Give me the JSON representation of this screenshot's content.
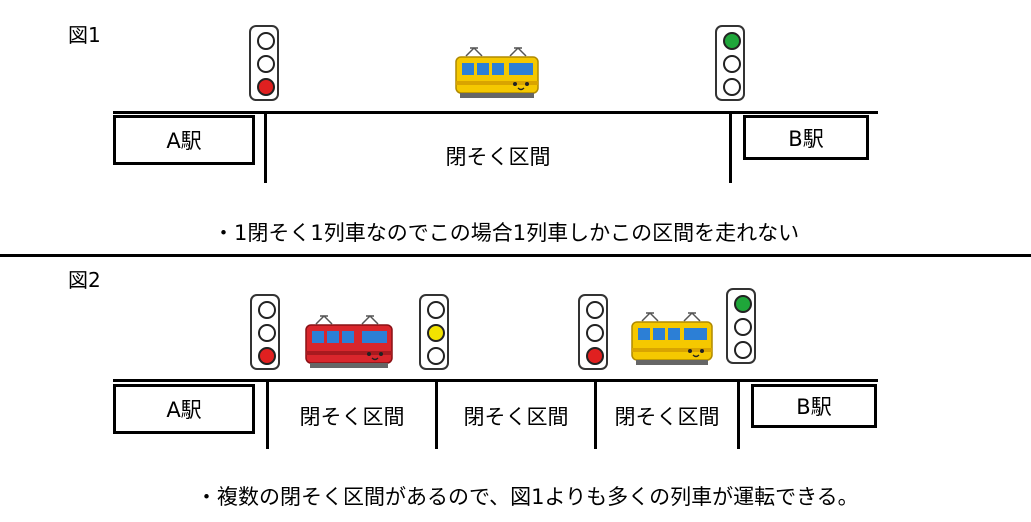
{
  "figures": [
    {
      "label": "図1",
      "stations": [
        "A駅",
        "B駅"
      ],
      "sections": [
        "閉そく区間"
      ],
      "signals": [
        {
          "aspect": "red"
        },
        {
          "aspect": "green"
        }
      ],
      "trains": [
        {
          "color": "yellow"
        }
      ],
      "caption": "・1閉そく1列車なのでこの場合1列車しかこの区間を走れない"
    },
    {
      "label": "図2",
      "stations": [
        "A駅",
        "B駅"
      ],
      "sections": [
        "閉そく区間",
        "閉そく区間",
        "閉そく区間"
      ],
      "signals": [
        {
          "aspect": "red"
        },
        {
          "aspect": "yellow"
        },
        {
          "aspect": "red"
        },
        {
          "aspect": "green"
        }
      ],
      "trains": [
        {
          "color": "red"
        },
        {
          "color": "yellow"
        }
      ],
      "caption": "・複数の閉そく区間があるので、図1よりも多くの列車が運転できる。"
    }
  ],
  "colors": {
    "red": "#e02020",
    "yellow": "#f2e200",
    "green": "#1fa63a",
    "train_yellow": "#f5c800",
    "train_red": "#d9262c",
    "window_blue": "#2c7fd6"
  }
}
